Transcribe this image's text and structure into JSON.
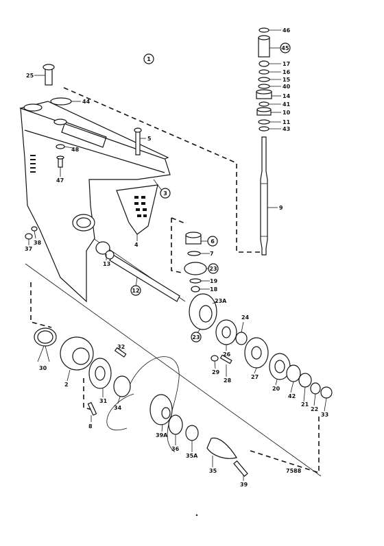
{
  "diagram": {
    "drawing_number": "7588",
    "view_number": "1",
    "parts": {
      "p46": "46",
      "p45": "45",
      "p17": "17",
      "p16": "16",
      "p15": "15",
      "p40": "40",
      "p14": "14",
      "p41": "41",
      "p10": "10",
      "p11": "11",
      "p43": "43",
      "p9": "9",
      "p25": "25",
      "p44": "44",
      "p5": "5",
      "p48": "48",
      "p47": "47",
      "p3": "3",
      "p4": "4",
      "p6": "6",
      "p7": "7",
      "p23": "23",
      "p19": "19",
      "p18": "18",
      "p23A": "23A",
      "p23b": "23",
      "p13": "13",
      "p12": "12",
      "p37": "37",
      "p38": "38",
      "p24": "24",
      "p26": "26",
      "p27": "27",
      "p20": "20",
      "p42": "42",
      "p21": "21",
      "p22": "22",
      "p33": "33",
      "p29": "29",
      "p28": "28",
      "p30": "30",
      "p2": "2",
      "p32": "32",
      "p31": "31",
      "p34": "34",
      "p8": "8",
      "p39A": "39A",
      "p36": "36",
      "p35A": "35A",
      "p35": "35",
      "p39": "39"
    }
  }
}
